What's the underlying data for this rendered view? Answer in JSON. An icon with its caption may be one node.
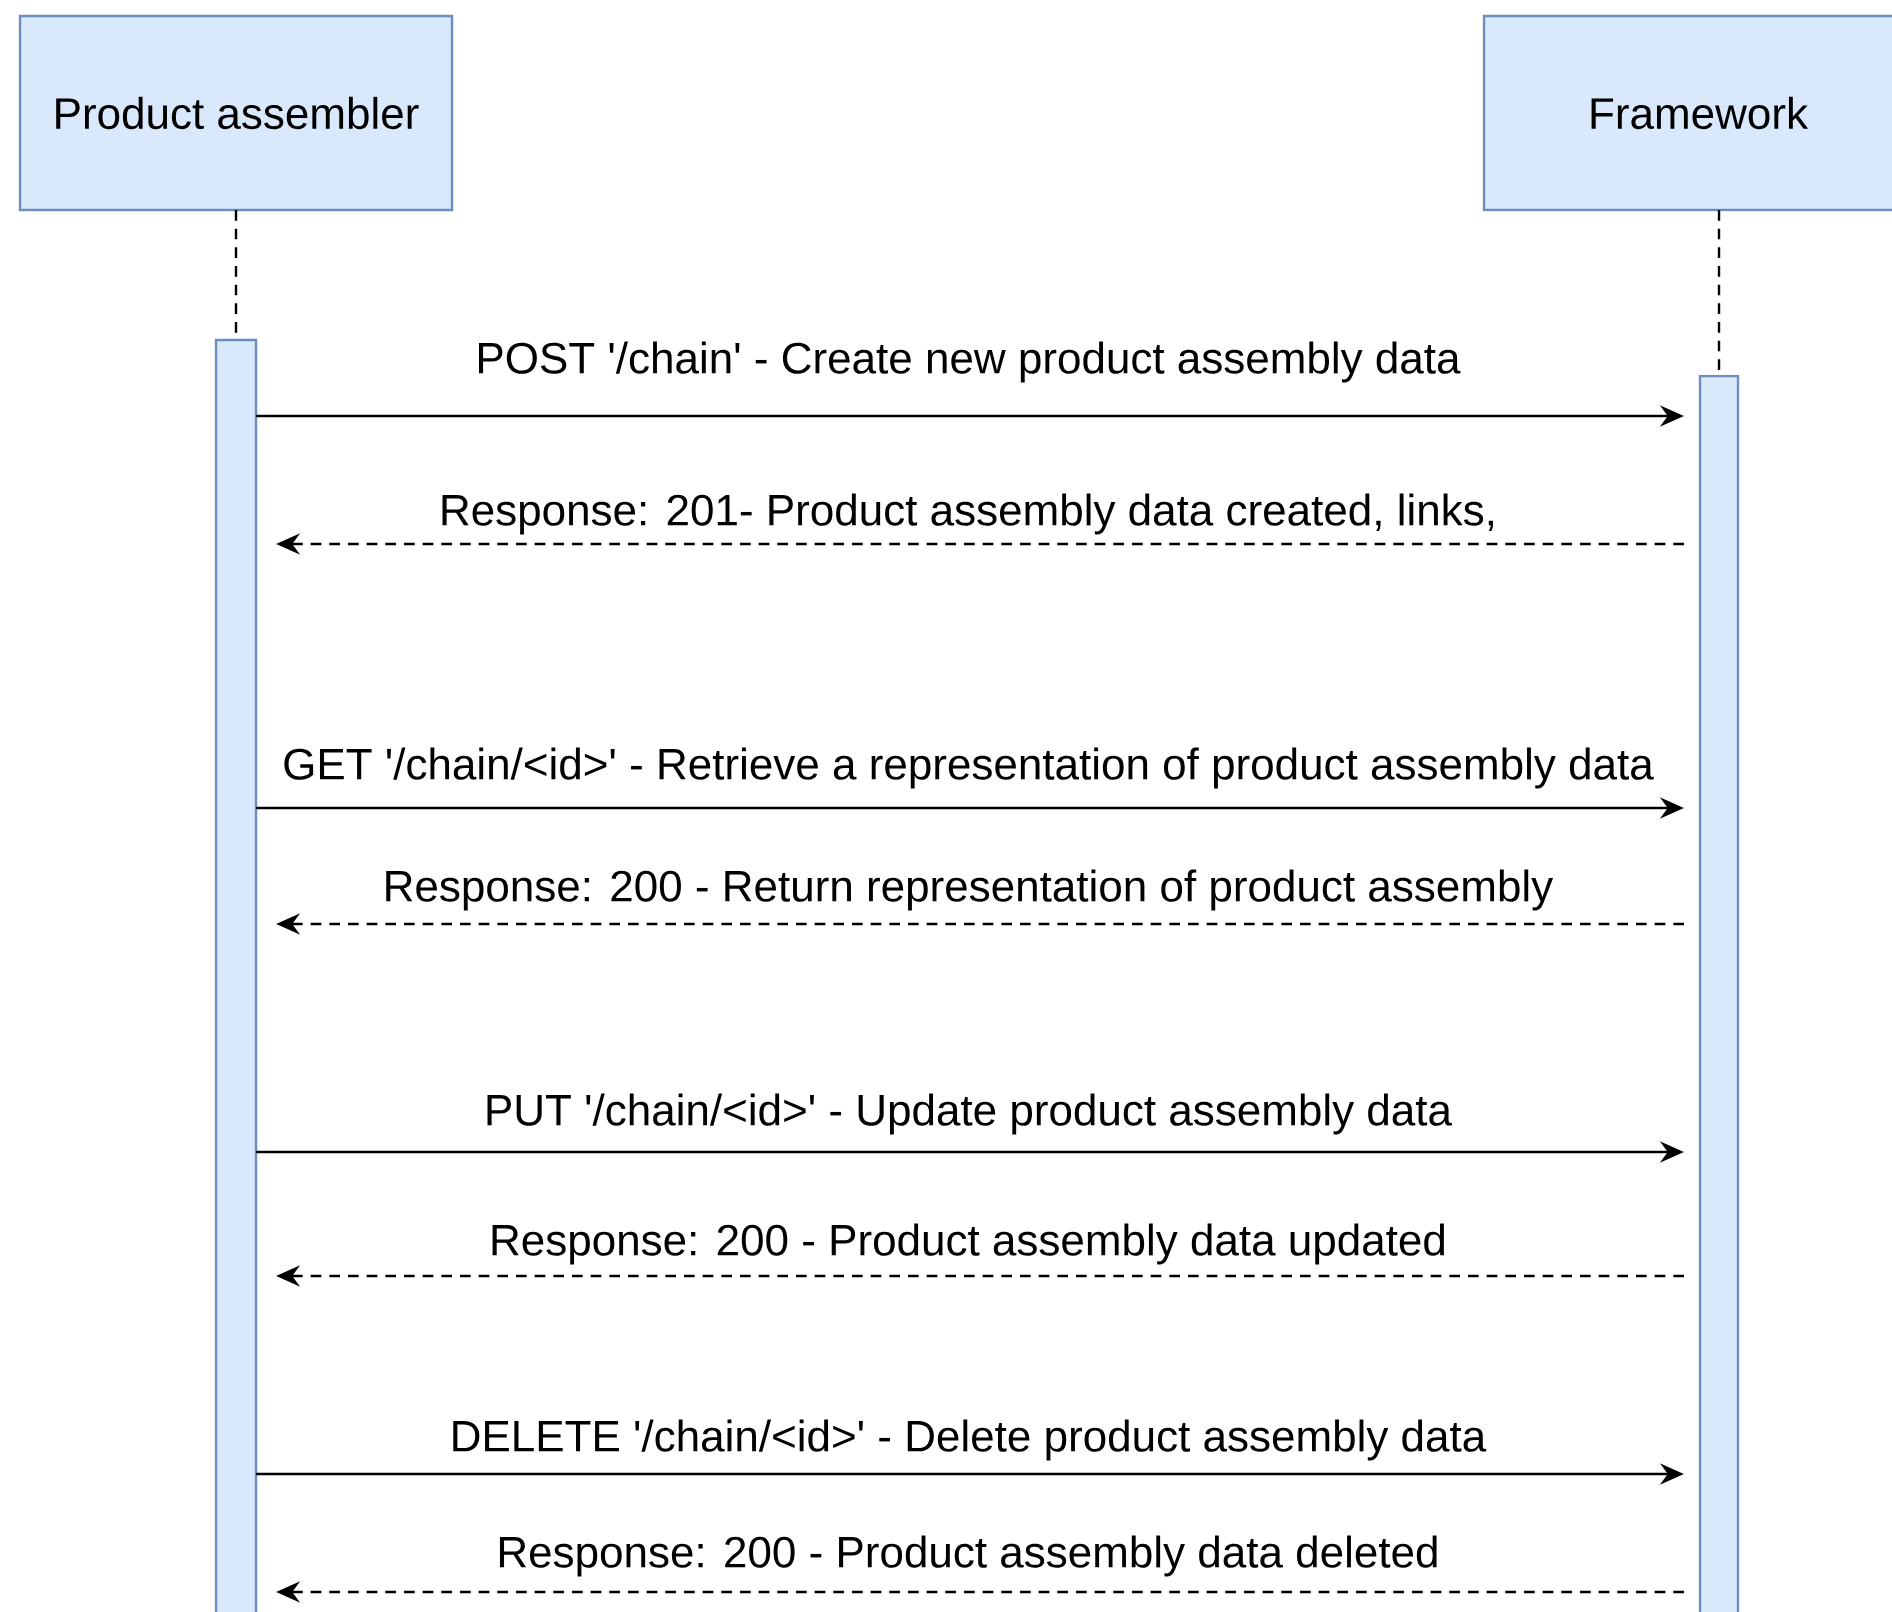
{
  "diagram": {
    "nodes": [
      {
        "text": [
          "Product assembler"
        ]
      },
      {
        "text": [
          "Framework"
        ]
      },
      {
        "text": [],
        "shape": "bar"
      },
      {
        "text": [],
        "shape": "bar"
      }
    ],
    "edges": [
      {
        "from": 0,
        "to": 2,
        "arrow": "none",
        "style": "dashed"
      },
      {
        "from": 1,
        "to": 3,
        "arrow": "none",
        "style": "dashed"
      },
      {
        "from": 2,
        "to": 3,
        "arrow": "to",
        "label": "POST '/chain' - Create new product assembly data"
      },
      {
        "from": 3,
        "to": 2,
        "arrow": "to",
        "style": "dashed",
        "label": "Response: 201- Product assembly data created, links,"
      },
      {
        "from": 2,
        "to": 3,
        "arrow": "to",
        "label": "GET '/chain/<id>' - Retrieve a representation of product assembly data"
      },
      {
        "from": 3,
        "to": 2,
        "arrow": "to",
        "style": "dashed",
        "label": "Response: 200 - Return representation of product assembly"
      },
      {
        "from": 2,
        "to": 3,
        "arrow": "to",
        "label": "PUT '/chain/<id>' - Update product assembly data"
      },
      {
        "from": 3,
        "to": 2,
        "arrow": "to",
        "style": "dashed",
        "label": "Response: 200 - Product assembly data updated"
      },
      {
        "from": 2,
        "to": 3,
        "arrow": "to",
        "label": "DELETE '/chain/<id>' - Delete product assembly data"
      },
      {
        "from": 3,
        "to": 2,
        "arrow": "to",
        "style": "dashed",
        "label": "Response: 200 - Product assembly data deleted"
      }
    ]
  }
}
